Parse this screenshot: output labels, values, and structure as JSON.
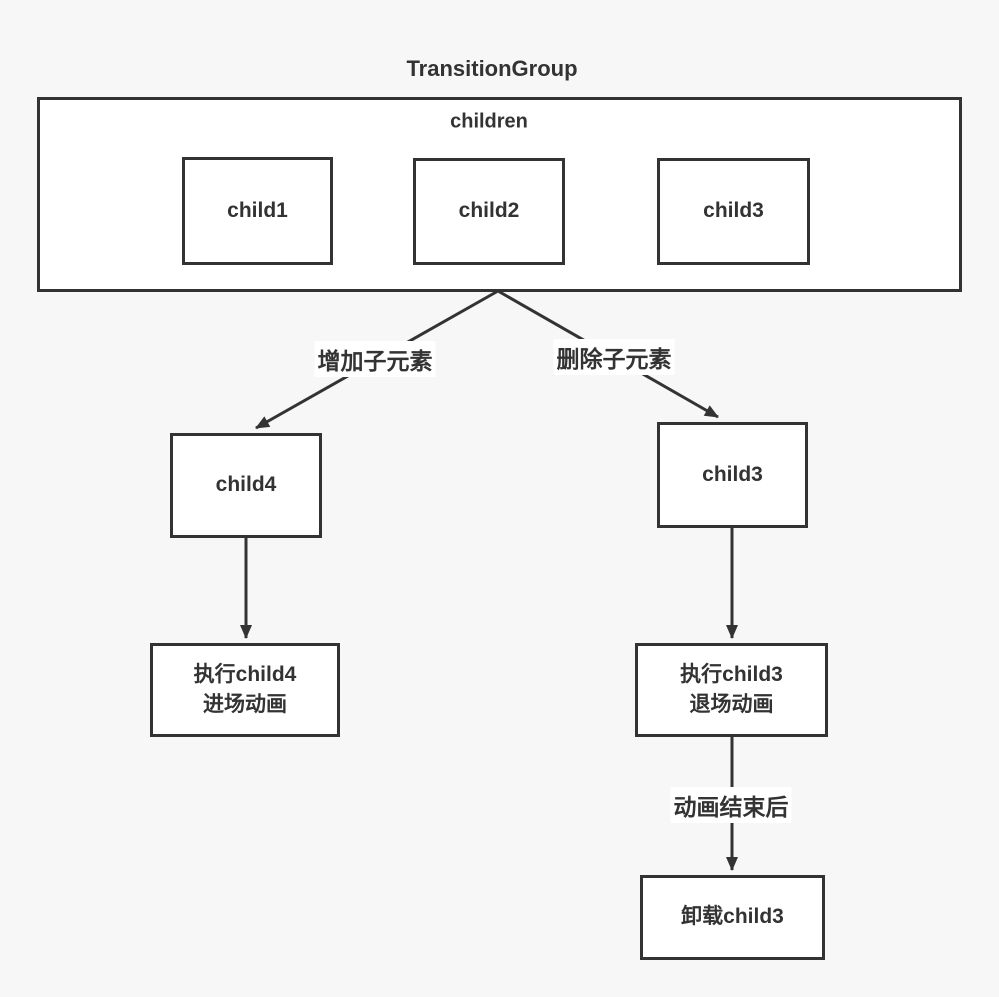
{
  "colors": {
    "background": "#f7f7f7",
    "box_fill": "#ffffff",
    "line": "#333333",
    "text": "#333333"
  },
  "title": "TransitionGroup",
  "group": {
    "label": "children",
    "items": [
      "child1",
      "child2",
      "child3"
    ]
  },
  "add_branch": {
    "edge_label": "增加子元素",
    "node": "child4",
    "action": [
      "执行child4",
      "进场动画"
    ]
  },
  "remove_branch": {
    "edge_label": "删除子元素",
    "node": "child3",
    "action": [
      "执行child3",
      "退场动画"
    ],
    "after_edge_label": "动画结束后",
    "final": "卸载child3"
  }
}
